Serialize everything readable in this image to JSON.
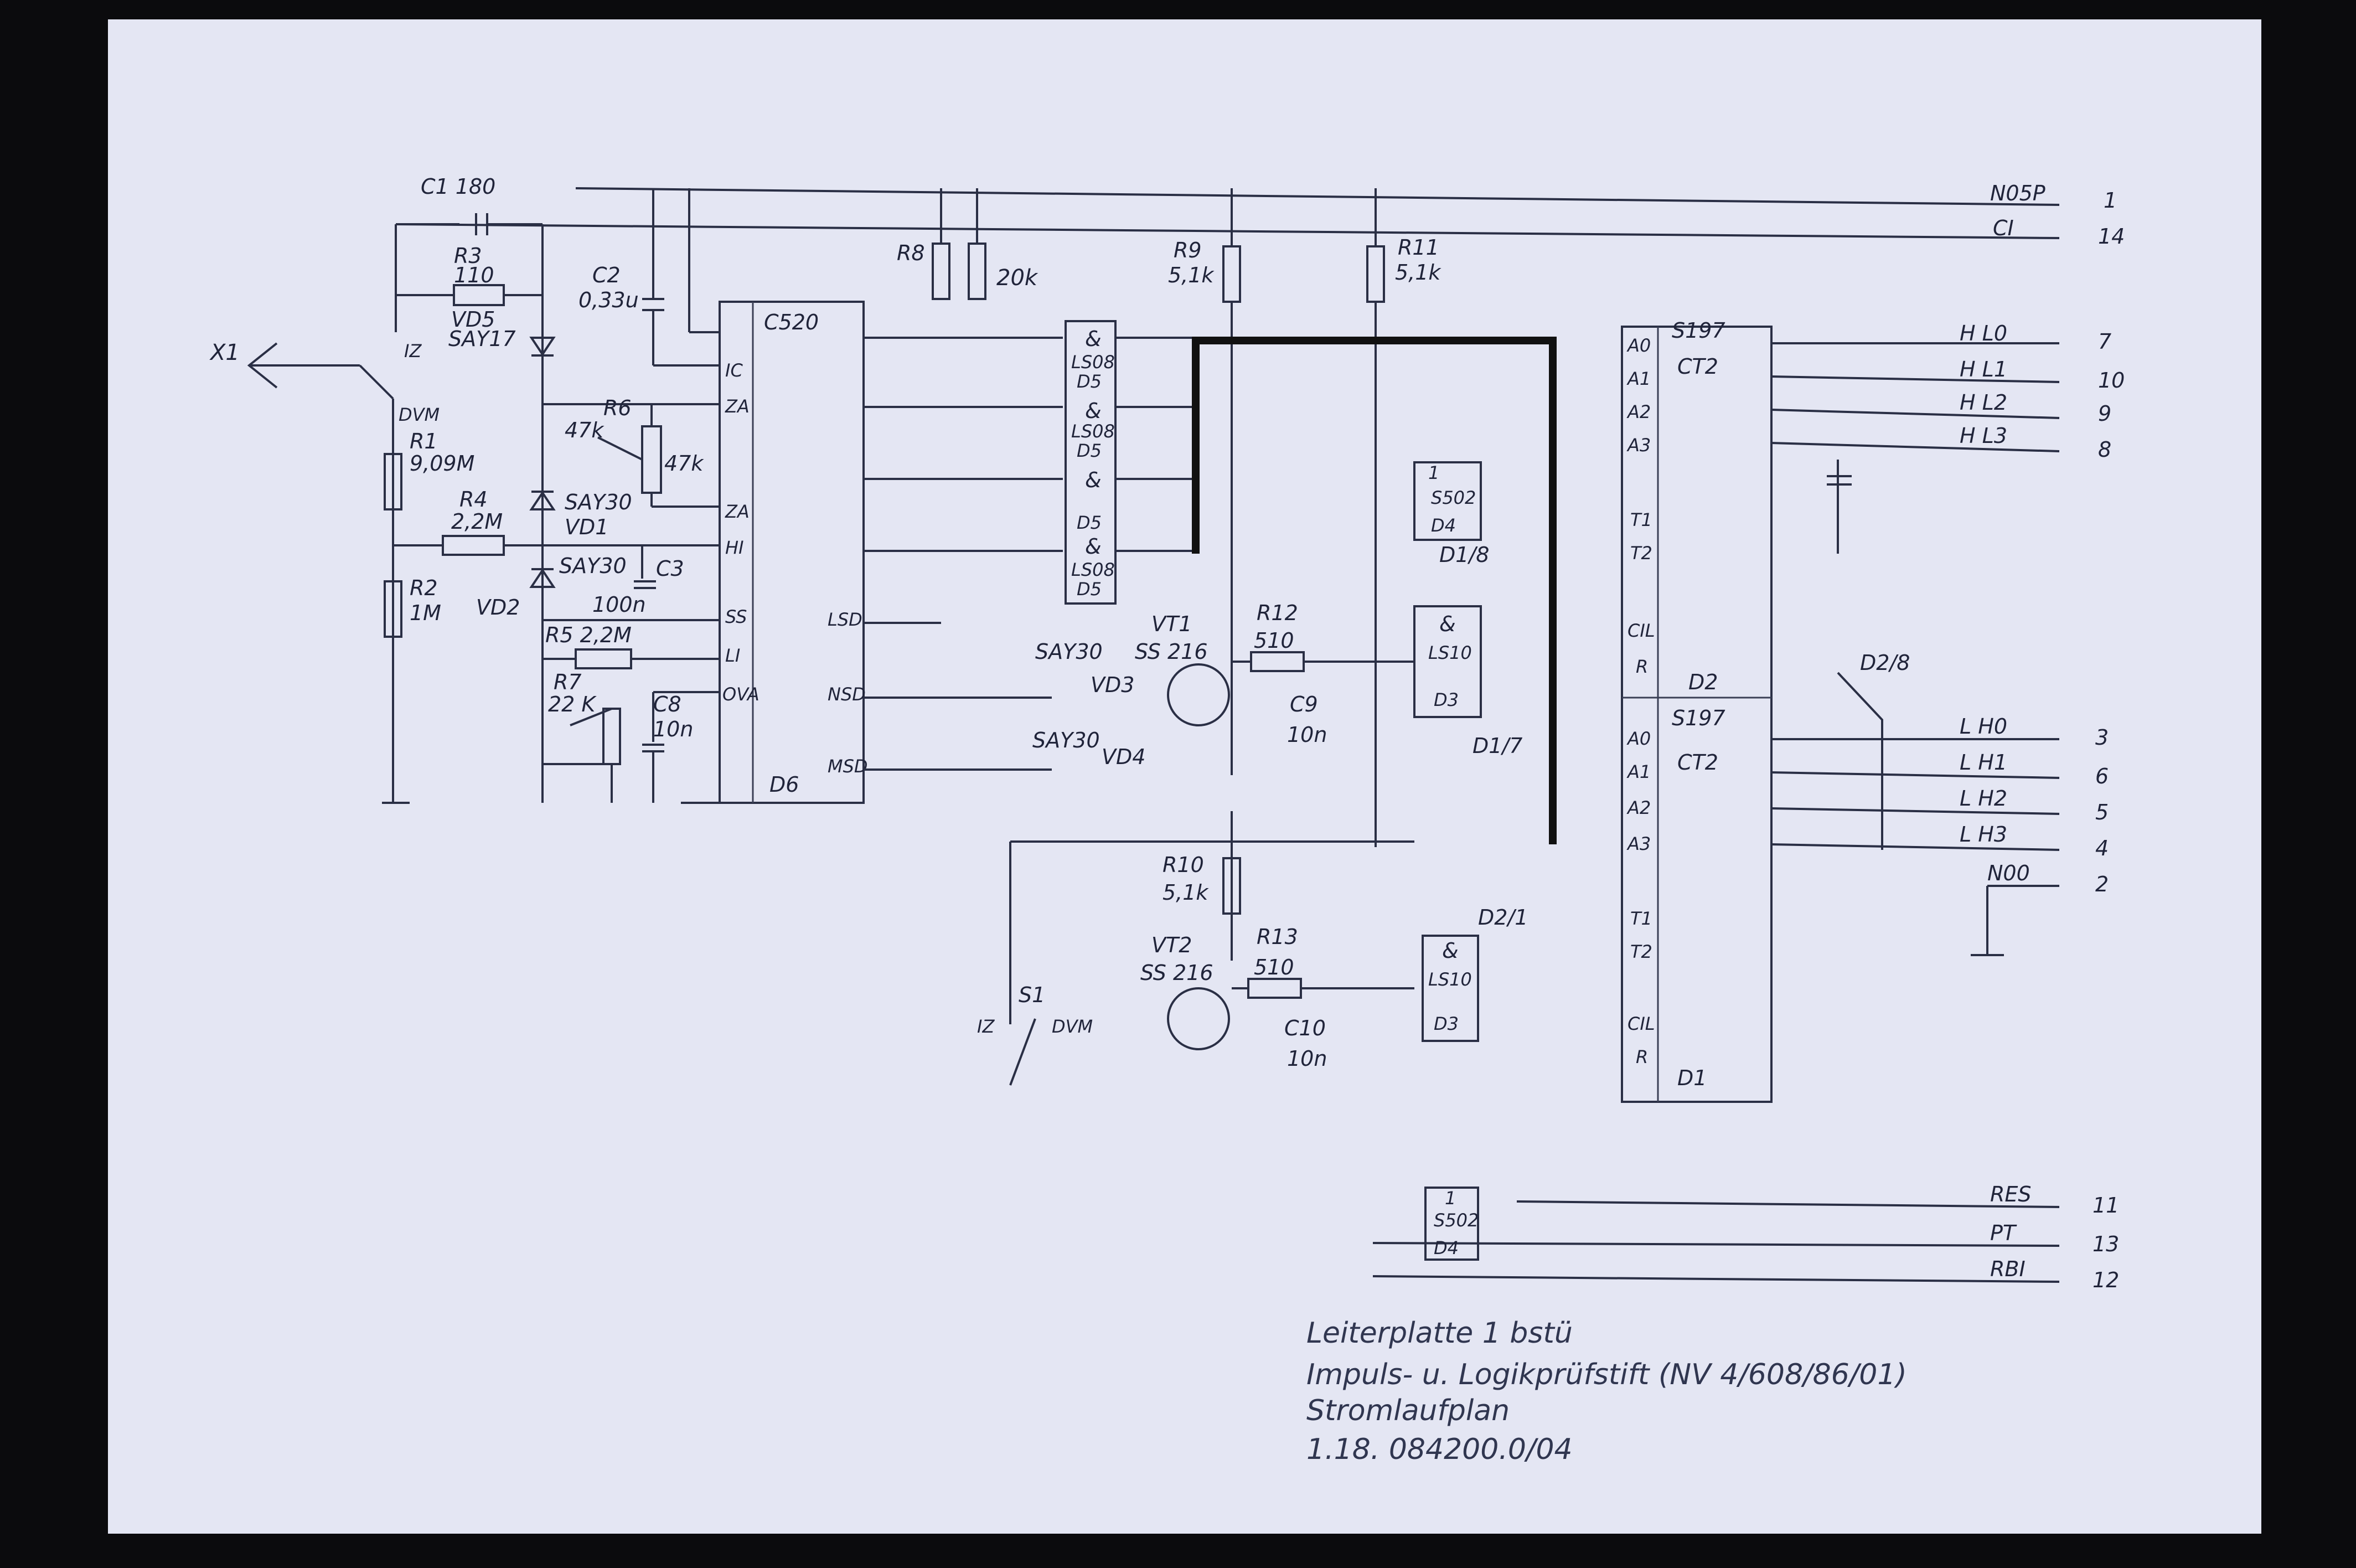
{
  "colors": {
    "paper": "#e4e6f3",
    "ink": "#20243a",
    "background": "#0b0b0d"
  },
  "title_block": {
    "line1": "Leiterplatte 1 bstü",
    "line2": "Impuls- u. Logikprüfstift (NV 4/608/86/01)",
    "line3": "Stromlaufplan",
    "line4": "1.18. 084200.0/04"
  },
  "components": {
    "C1": "C1 180",
    "R3": "R3",
    "R3v": "110",
    "VD5": "VD5",
    "VD5t": "SAY17",
    "C2": "C2",
    "C2v": "0,33u",
    "R6": "R6",
    "R6a": "47k",
    "R6b": "47k",
    "VD1t": "SAY30",
    "VD1": "VD1",
    "VD2t": "SAY30",
    "VD2": "VD2",
    "C3": "C3",
    "C3v": "100n",
    "R5": "R5 2,2M",
    "R7": "R7",
    "R7v": "22 K",
    "C8": "C8",
    "C8v": "10n",
    "R1": "R1",
    "R1v": "9,09M",
    "R4": "R4",
    "R4v": "2,2M",
    "R2": "R2",
    "R2v": "1M",
    "X1": "X1",
    "IZ": "IZ",
    "DVM": "DVM",
    "R8": "R8",
    "R8v": "20k",
    "R9": "R9",
    "R9v": "5,1k",
    "R11": "R11",
    "R11v": "5,1k",
    "C520": "C520",
    "D6": "D6",
    "VT1": "VT1",
    "VT1t": "SS 216",
    "R12": "R12",
    "R12v": "510",
    "C9": "C9",
    "C9v": "10n",
    "VD3t": "SAY30",
    "VD3": "VD3",
    "VD4t": "SAY30",
    "VD4": "VD4",
    "R10": "R10",
    "R10v": "5,1k",
    "VT2": "VT2",
    "VT2t": "SS 216",
    "R13": "R13",
    "R13v": "510",
    "C10": "C10",
    "C10v": "10n",
    "S1": "S1",
    "D2": "D2",
    "D1": "D1",
    "S197a": "S197",
    "S197b": "S197",
    "CT2a": "CT2",
    "CT2b": "CT2",
    "D2_8": "D2/8",
    "D1_8": "D1/8",
    "D1_7": "D1/7",
    "D2_1": "D2/1",
    "amp": "&",
    "LS08": "LS08",
    "D5": "D5",
    "LS10": "LS10",
    "D3": "D3",
    "S502": "S502",
    "D4": "D4"
  },
  "ic_pins": {
    "IC": "IC",
    "ZA": "ZA",
    "HI": "HI",
    "SS": "SS",
    "LI": "LI",
    "OVA": "OVA",
    "LSD": "LSD",
    "NSD": "NSD",
    "MSD": "MSD",
    "A0": "A0",
    "A1": "A1",
    "A2": "A2",
    "A3": "A3",
    "T1": "T1",
    "T2": "T2",
    "CIL": "CIL",
    "R": "R"
  },
  "connector": [
    {
      "label": "N05P",
      "pin": "1"
    },
    {
      "label": "CI",
      "pin": "14"
    },
    {
      "label": "H L0",
      "pin": "7"
    },
    {
      "label": "H L1",
      "pin": "10"
    },
    {
      "label": "H L2",
      "pin": "9"
    },
    {
      "label": "H L3",
      "pin": "8"
    },
    {
      "label": "L H0",
      "pin": "3"
    },
    {
      "label": "L H1",
      "pin": "6"
    },
    {
      "label": "L H2",
      "pin": "5"
    },
    {
      "label": "L H3",
      "pin": "4"
    },
    {
      "label": "N00",
      "pin": "2"
    },
    {
      "label": "RES",
      "pin": "11"
    },
    {
      "label": "PT",
      "pin": "13"
    },
    {
      "label": "RBI",
      "pin": "12"
    }
  ]
}
